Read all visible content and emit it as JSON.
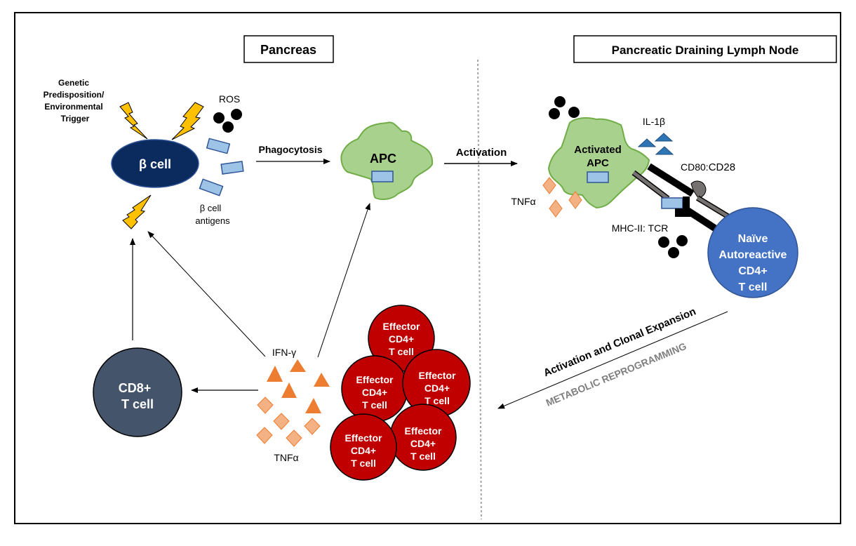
{
  "sections": {
    "pancreas": "Pancreas",
    "lymph_node": "Pancreatic Draining Lymph Node"
  },
  "trigger": {
    "lines": [
      "Genetic",
      "Predisposition/",
      "Environmental",
      "Trigger"
    ]
  },
  "cells": {
    "beta_cell": "β cell",
    "apc": "APC",
    "activated_apc": [
      "Activated",
      "APC"
    ],
    "naive_t_cell": [
      "Naïve",
      "Autoreactive",
      "CD4+",
      "T cell"
    ],
    "cd8_t_cell": [
      "CD8+",
      "T cell"
    ],
    "effector_t_cell": [
      "Effector",
      "CD4+",
      "T cell"
    ]
  },
  "molecules": {
    "ros": "ROS",
    "beta_antigens": [
      "β cell",
      "antigens"
    ],
    "il1b": "IL-1β",
    "tnfa_right": "TNFα",
    "tnfa_left": "TNFα",
    "ifng": "IFN-γ",
    "cd80_cd28_prefix": "CD80:",
    "cd80_cd28_suffix": "CD28",
    "mhc_tcr": "MHC-II: TCR"
  },
  "processes": {
    "phagocytosis": "Phagocytosis",
    "activation": "Activation",
    "clonal_expansion": "Activation and Clonal Expansion",
    "metabolic": "METABOLIC REPROGRAMMING"
  },
  "colors": {
    "beta_cell": "#0B2A5E",
    "apc_fill": "#A9D18E",
    "apc_stroke": "#70AD47",
    "antigen_fill": "#9DC3E6",
    "antigen_stroke": "#2F5597",
    "naive_t": "#4472C4",
    "cd8_t": "#44546A",
    "effector": "#C00000",
    "ifng": "#ED7D31",
    "tnfa": "#F4B183",
    "il1b": "#2E75B6",
    "lightning": "#FFC000",
    "metabolic_text": "#7F7F7F"
  }
}
